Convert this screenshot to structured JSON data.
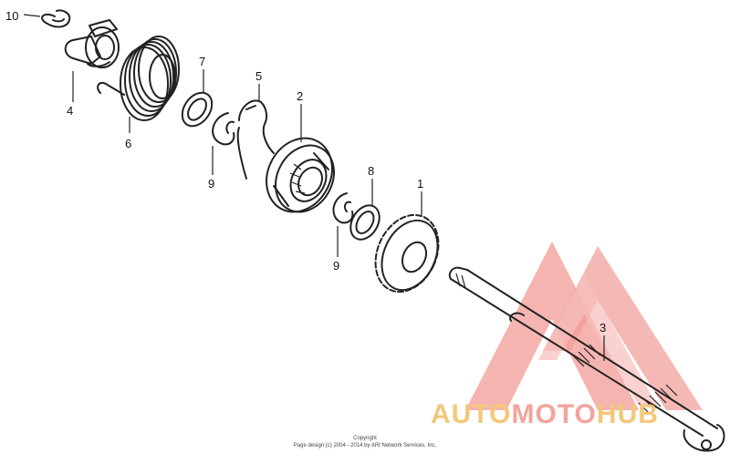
{
  "diagram": {
    "callouts": {
      "p10": "10",
      "p4": "4",
      "p6": "6",
      "p7": "7",
      "p5": "5",
      "p2": "2",
      "p9a": "9",
      "p8": "8",
      "p1": "1",
      "p9b": "9",
      "p3": "3"
    }
  },
  "footer": {
    "line1": "Copyright",
    "line2": "Page design (c) 2004 - 2014 by ARI Network Services, Inc."
  },
  "watermark": {
    "part1": "AUTO",
    "part2": "MOTO",
    "part3": "HUB",
    "colors": {
      "triangle": "#f08a84",
      "auto": "#f4c77a",
      "moto": "#f3a39d"
    }
  }
}
